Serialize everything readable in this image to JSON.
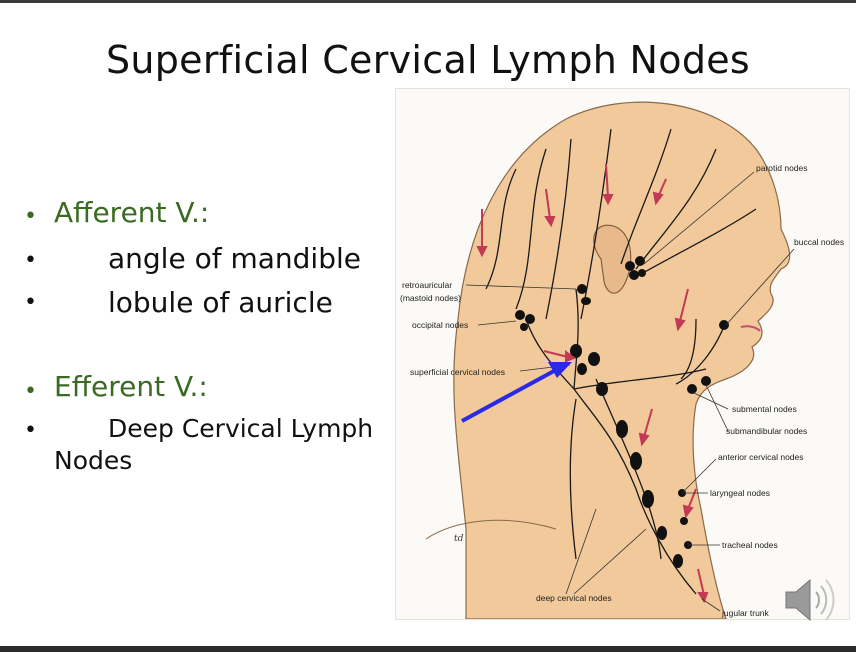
{
  "slide": {
    "title": "Superficial Cervical Lymph Nodes",
    "bullets": [
      {
        "text": "Afferent V.:",
        "style": "green"
      },
      {
        "text": "angle of mandible",
        "style": "black"
      },
      {
        "text": "lobule of auricle",
        "style": "black"
      },
      {
        "text": "Efferent V.:",
        "style": "green"
      },
      {
        "text": "Deep Cervical Lymph",
        "style": "black"
      },
      {
        "text": "Nodes",
        "style": "black"
      }
    ]
  },
  "figure": {
    "labels": {
      "parotid": "parotid nodes",
      "buccal": "buccal nodes",
      "retroauricular_1": "retroauricular",
      "retroauricular_2": "(mastoid nodes)",
      "occipital": "occipital nodes",
      "superficial_cervical": "superficial cervical nodes",
      "submental": "submental nodes",
      "submandibular": "submandibular nodes",
      "anterior_cervical": "anterior cervical nodes",
      "laryngeal": "laryngeal nodes",
      "tracheal": "tracheal nodes",
      "deep_cervical": "deep cervical nodes",
      "jugular_trunk": "jugular trunk",
      "signature": "td"
    }
  },
  "colors": {
    "title": "#111111",
    "bullet_green": "#3b6b23",
    "skin": "#f1c99a",
    "arrow_pointer": "#2a2ae6",
    "flow_arrows": "#c23a55"
  },
  "icons": {
    "audio": "speaker-icon"
  }
}
